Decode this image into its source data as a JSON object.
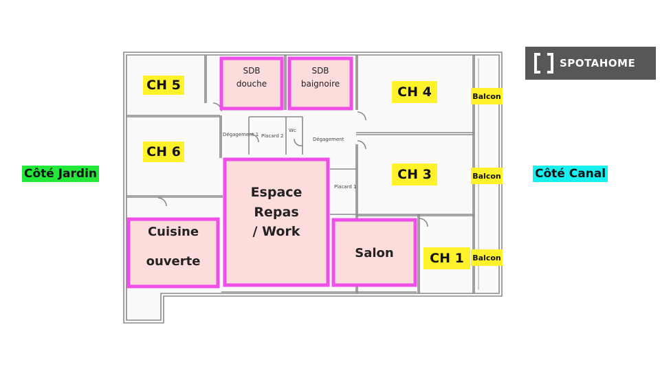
{
  "brand": {
    "name": "SPOTAHOME",
    "logo_icon": "bracket-logo-icon"
  },
  "sides": {
    "left": {
      "label": "Côté Jardin",
      "color": "#22e83a"
    },
    "right": {
      "label": "Côté Canal",
      "color": "#18f0f0"
    }
  },
  "rooms": {
    "ch5": "CH 5",
    "ch6": "CH 6",
    "ch4": "CH 4",
    "ch3": "CH 3",
    "ch1": "CH 1",
    "balcon_top": "Balcon",
    "balcon_mid": "Balcon",
    "balcon_bot": "Balcon"
  },
  "pink_rooms": {
    "sdb_douche": {
      "line1": "SDB",
      "line2": "douche"
    },
    "sdb_baignoire": {
      "line1": "SDB",
      "line2": "baignoire"
    },
    "espace_repas": {
      "line1": "Espace",
      "line2": "Repas",
      "line3": "/ Work"
    },
    "cuisine": {
      "line1": "Cuisine",
      "line2": "ouverte"
    },
    "salon": "Salon"
  },
  "small_labels": {
    "degagement_left": "Dégagement 1",
    "placard2": "Placard 2",
    "wc": "Wc",
    "degagement_right": "Dégagement",
    "placard1": "Placard 1"
  },
  "colors": {
    "highlight_yellow": "#fff22a",
    "pink_border": "#f04ee8",
    "pink_fill": "#fddcdc",
    "wall": "#8a8a8a"
  }
}
